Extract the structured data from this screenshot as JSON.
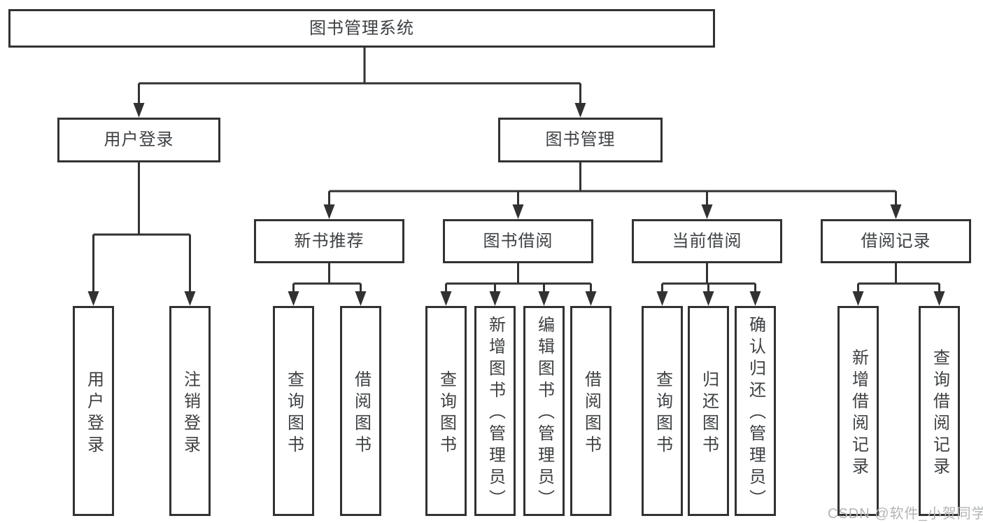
{
  "tree": {
    "label": "图书管理系统",
    "children": [
      {
        "label": "用户登录",
        "children": [
          {
            "label": "用户登录"
          },
          {
            "label": "注销登录"
          }
        ]
      },
      {
        "label": "图书管理",
        "children": [
          {
            "label": "新书推荐",
            "children": [
              {
                "label": "查询图书"
              },
              {
                "label": "借阅图书"
              }
            ]
          },
          {
            "label": "图书借阅",
            "children": [
              {
                "label": "查询图书"
              },
              {
                "label": "新增图书（管理员）"
              },
              {
                "label": "编辑图书（管理员）"
              },
              {
                "label": "借阅图书"
              }
            ]
          },
          {
            "label": "当前借阅",
            "children": [
              {
                "label": "查询图书"
              },
              {
                "label": "归还图书"
              },
              {
                "label": "确认归还（管理员）"
              }
            ]
          },
          {
            "label": "借阅记录",
            "children": [
              {
                "label": "新增借阅记录"
              },
              {
                "label": "查询借阅记录"
              }
            ]
          }
        ]
      }
    ]
  },
  "watermark": {
    "text": "CSDN @软件_小贺同学"
  },
  "colors": {
    "line": "#323232",
    "text": "#3d4043",
    "watermark": "#b2b4b6",
    "background": "#ffffff"
  }
}
